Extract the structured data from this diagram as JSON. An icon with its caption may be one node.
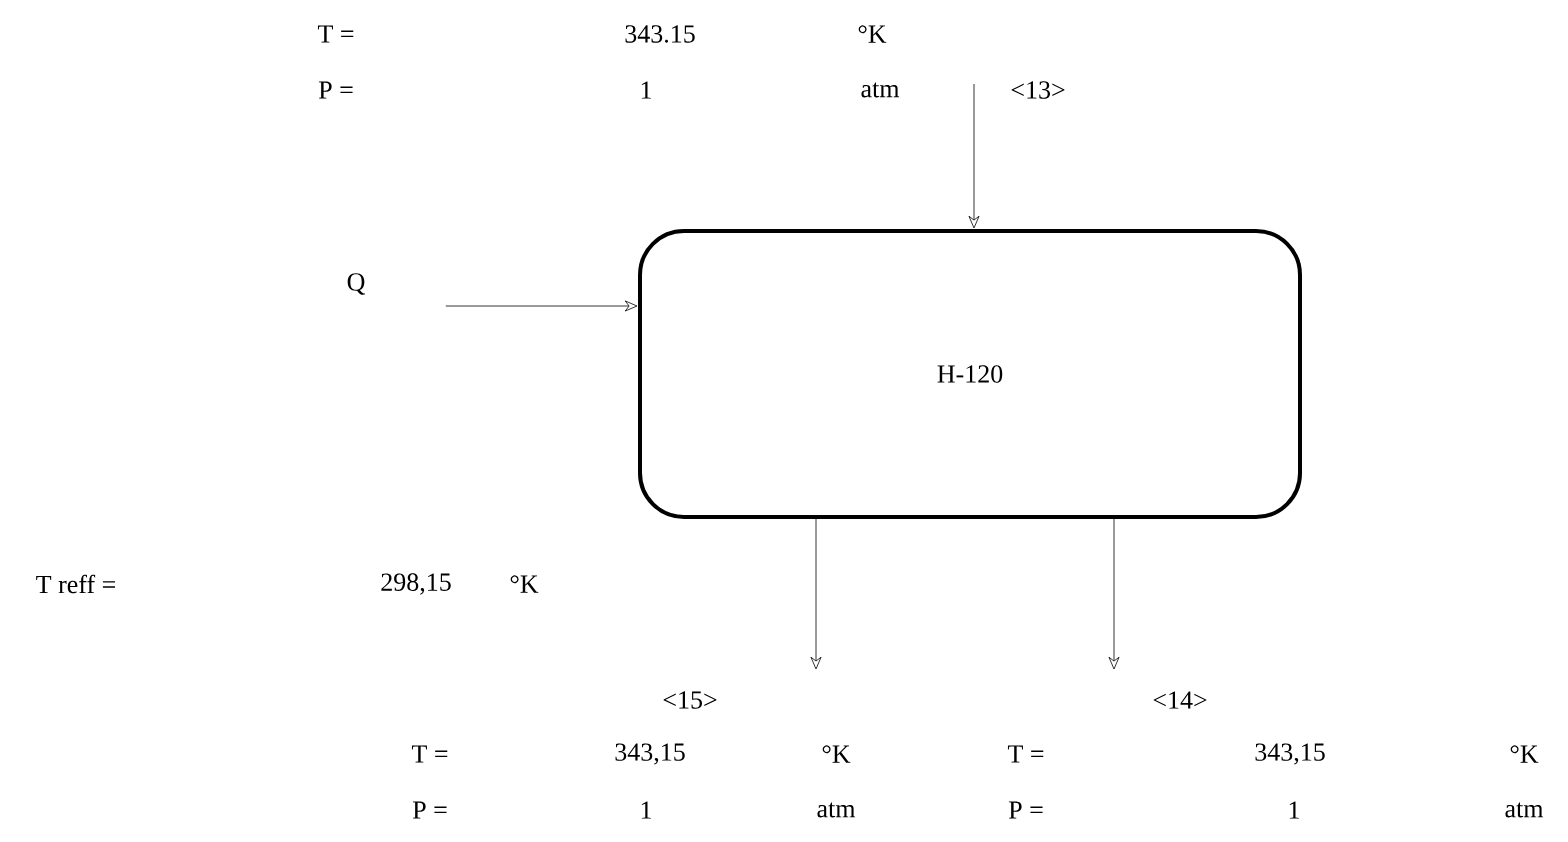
{
  "diagram": {
    "nodes": [
      {
        "text": [
          "H-120"
        ]
      },
      {
        "text": [
          "Q"
        ]
      }
    ],
    "edges": [
      {
        "from": 1,
        "to": 0,
        "arrow": "to"
      },
      {
        "from": null,
        "to": 0,
        "arrow": "to",
        "label": "<13>"
      },
      {
        "from": 0,
        "to": null,
        "arrow": "to",
        "label": "<15>"
      },
      {
        "from": 0,
        "to": null,
        "arrow": "to",
        "label": "<14>"
      }
    ],
    "labels": [
      "T =",
      "343.15",
      "°K",
      "P =",
      "1",
      "atm",
      "T reff =",
      "298,15",
      "°K",
      "T =",
      "343,15",
      "°K",
      "T =",
      "343,15",
      "°K",
      "P =",
      "1",
      "atm",
      "P =",
      "1",
      "atm"
    ]
  }
}
